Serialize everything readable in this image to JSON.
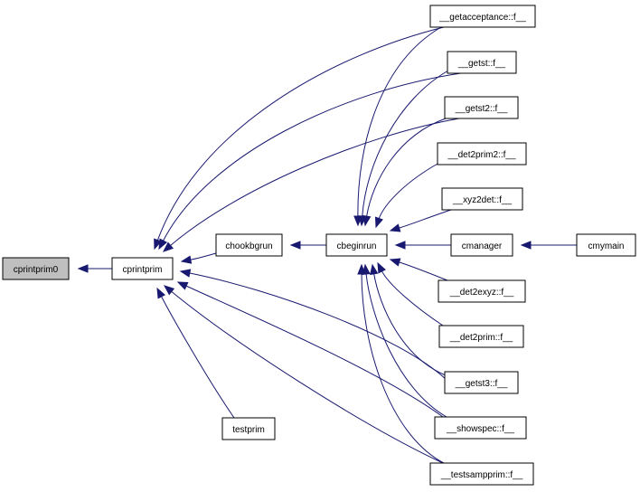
{
  "graph": {
    "colors": {
      "edge": "#191970",
      "root_fill": "#bfbfbf",
      "node_fill": "#ffffff",
      "border": "#000000"
    },
    "nodes": {
      "cprintprim0": "cprintprim0",
      "cprintprim": "cprintprim",
      "chookbgrun": "chookbgrun",
      "cbeginrun": "cbeginrun",
      "testprim": "testprim",
      "getacceptance": "__getacceptance::f__",
      "getst": "__getst::f__",
      "getst2": "__getst2::f__",
      "det2prim2": "__det2prim2::f__",
      "xyz2det": "__xyz2det::f__",
      "cmanager": "cmanager",
      "cmymain": "cmymain",
      "det2exyz": "__det2exyz::f__",
      "det2prim": "__det2prim::f__",
      "getst3": "__getst3::f__",
      "showspec": "__showspec::f__",
      "testsampprim": "__testsampprim::f__"
    },
    "edges": [
      [
        "cprintprim",
        "cprintprim0"
      ],
      [
        "chookbgrun",
        "cprintprim"
      ],
      [
        "testprim",
        "cprintprim"
      ],
      [
        "getacceptance",
        "cprintprim"
      ],
      [
        "getst",
        "cprintprim"
      ],
      [
        "getst2",
        "cprintprim"
      ],
      [
        "getst3",
        "cprintprim"
      ],
      [
        "showspec",
        "cprintprim"
      ],
      [
        "testsampprim",
        "cprintprim"
      ],
      [
        "cbeginrun",
        "chookbgrun"
      ],
      [
        "getacceptance",
        "cbeginrun"
      ],
      [
        "getst",
        "cbeginrun"
      ],
      [
        "getst2",
        "cbeginrun"
      ],
      [
        "det2prim2",
        "cbeginrun"
      ],
      [
        "xyz2det",
        "cbeginrun"
      ],
      [
        "cmanager",
        "cbeginrun"
      ],
      [
        "det2exyz",
        "cbeginrun"
      ],
      [
        "det2prim",
        "cbeginrun"
      ],
      [
        "getst3",
        "cbeginrun"
      ],
      [
        "showspec",
        "cbeginrun"
      ],
      [
        "testsampprim",
        "cbeginrun"
      ],
      [
        "cmymain",
        "cmanager"
      ]
    ]
  }
}
